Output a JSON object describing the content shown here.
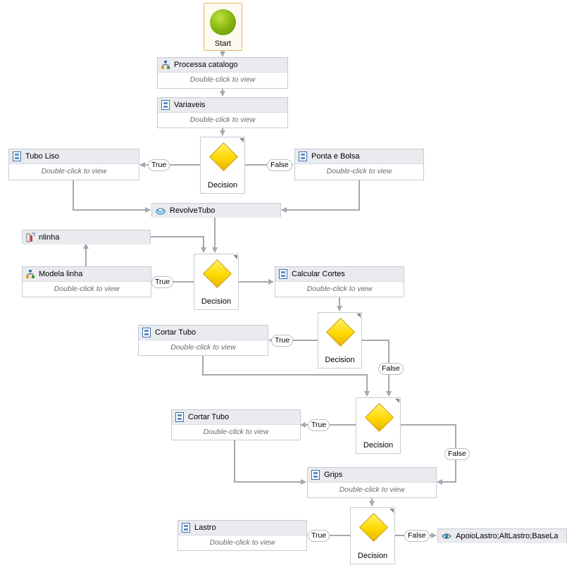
{
  "start": {
    "label": "Start"
  },
  "activities": {
    "processa_catalogo": {
      "title": "Processa catalogo",
      "hint": "Double-click to view"
    },
    "variaveis": {
      "title": "Variaveis",
      "hint": "Double-click to view"
    },
    "tubo_liso": {
      "title": "Tubo Liso",
      "hint": "Double-click to view"
    },
    "ponta_bolsa": {
      "title": "Ponta e Bolsa",
      "hint": "Double-click to view"
    },
    "revolve_tubo": {
      "title": "RevolveTubo"
    },
    "nlinha": {
      "title": "nlinha"
    },
    "modela_linha": {
      "title": "Modela linha",
      "hint": "Double-click to view"
    },
    "calcular_cortes": {
      "title": "Calcular Cortes",
      "hint": "Double-click to view"
    },
    "cortar_tubo_1": {
      "title": "Cortar Tubo",
      "hint": "Double-click to view"
    },
    "cortar_tubo_2": {
      "title": "Cortar Tubo",
      "hint": "Double-click to view"
    },
    "grips": {
      "title": "Grips",
      "hint": "Double-click to view"
    },
    "lastro": {
      "title": "Lastro",
      "hint": "Double-click to view"
    },
    "apoio_lastro": {
      "title": "ApoioLastro;AltLastro;BaseLa"
    }
  },
  "decisions": {
    "d1": "Decision",
    "d2": "Decision",
    "d3": "Decision",
    "d4": "Decision",
    "d5": "Decision"
  },
  "branches": {
    "d1_true": "True",
    "d1_false": "False",
    "d2_true": "True",
    "d3_true": "True",
    "d3_false": "False",
    "d4_true": "True",
    "d4_false": "False",
    "d5_true": "True",
    "d5_false": "False"
  },
  "colors": {
    "wire": "#a5a9af",
    "start_border": "#e7b561",
    "diamond": "#ffd800"
  },
  "icons": {
    "processa_catalogo": "flowchart-icon",
    "variaveis": "sequence-icon",
    "revolve_tubo": "revolve-icon",
    "nlinha": "assign-icon",
    "apoio_lastro": "eye-icon"
  }
}
